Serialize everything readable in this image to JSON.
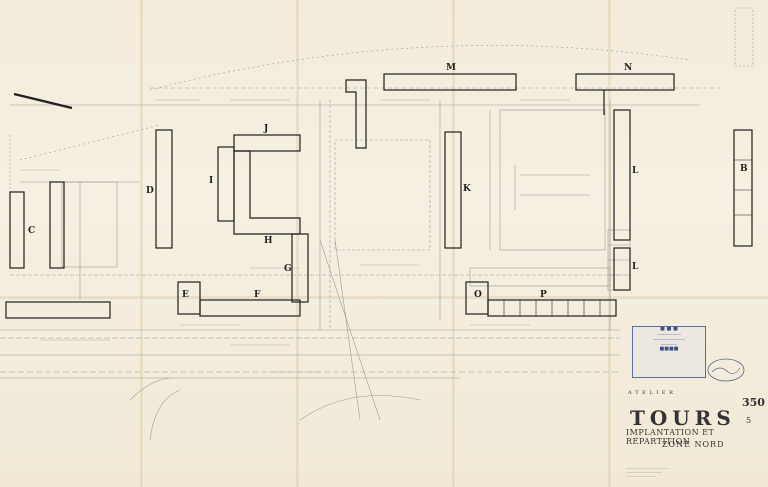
{
  "colors": {
    "ink": "#222222",
    "faint": "#8c8c8c",
    "stamp": "#3a4f86",
    "paper": "#f3ecdb"
  },
  "buildings": [
    {
      "key": "J",
      "label": "J"
    },
    {
      "key": "I",
      "label": "I"
    },
    {
      "key": "H",
      "label": "H"
    },
    {
      "key": "G",
      "label": "G"
    },
    {
      "key": "F",
      "label": "F"
    },
    {
      "key": "E",
      "label": "E"
    },
    {
      "key": "D",
      "label": "D"
    },
    {
      "key": "C",
      "label": "C"
    },
    {
      "key": "K",
      "label": "K"
    },
    {
      "key": "L",
      "label": "L"
    },
    {
      "key": "L2",
      "label": "L"
    },
    {
      "key": "M",
      "label": "M"
    },
    {
      "key": "N",
      "label": "N"
    },
    {
      "key": "O",
      "label": "O"
    },
    {
      "key": "P",
      "label": "P"
    },
    {
      "key": "B",
      "label": "B"
    }
  ],
  "title_block": {
    "top_line": "A T E L I E R",
    "city": "TOURS",
    "subtitle": "IMPLANTATION ET REPARTITION",
    "zone": "ZONE NORD",
    "sheet_number": "350",
    "sheet_index": "5"
  }
}
